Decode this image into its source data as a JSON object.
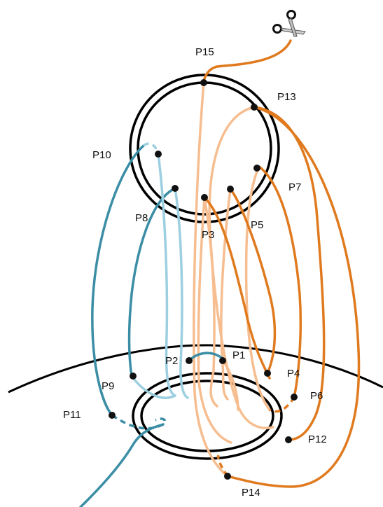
{
  "colors": {
    "outline": "#000000",
    "orange": "#E07A1F",
    "peach": "#F6BE90",
    "teal": "#3B8EA5",
    "light_blue": "#9CCFE0"
  },
  "labels": {
    "p1": "P1",
    "p2": "P2",
    "p3": "P3",
    "p4": "P4",
    "p5": "P5",
    "p6": "P6",
    "p7": "P7",
    "p8": "P8",
    "p9": "P9",
    "p10": "P10",
    "p11": "P11",
    "p12": "P12",
    "p13": "P13",
    "p14": "P14",
    "p15": "P15"
  },
  "icons": {
    "scissors": "scissors-icon"
  }
}
